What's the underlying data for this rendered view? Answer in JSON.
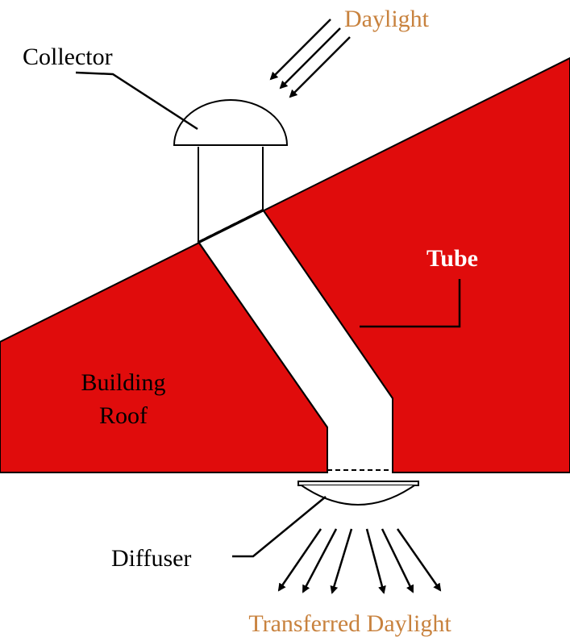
{
  "labels": {
    "daylight": "Daylight",
    "collector": "Collector",
    "tube": "Tube",
    "building_roof_line1": "Building",
    "building_roof_line2": "Roof",
    "diffuser": "Diffuser",
    "transferred_daylight": "Transferred Daylight"
  },
  "colors": {
    "roof_fill": "#e00c0c",
    "daylight_label": "#c8823e",
    "line": "#000000",
    "tube_label": "#ffffff",
    "dark_label": "#000000"
  }
}
